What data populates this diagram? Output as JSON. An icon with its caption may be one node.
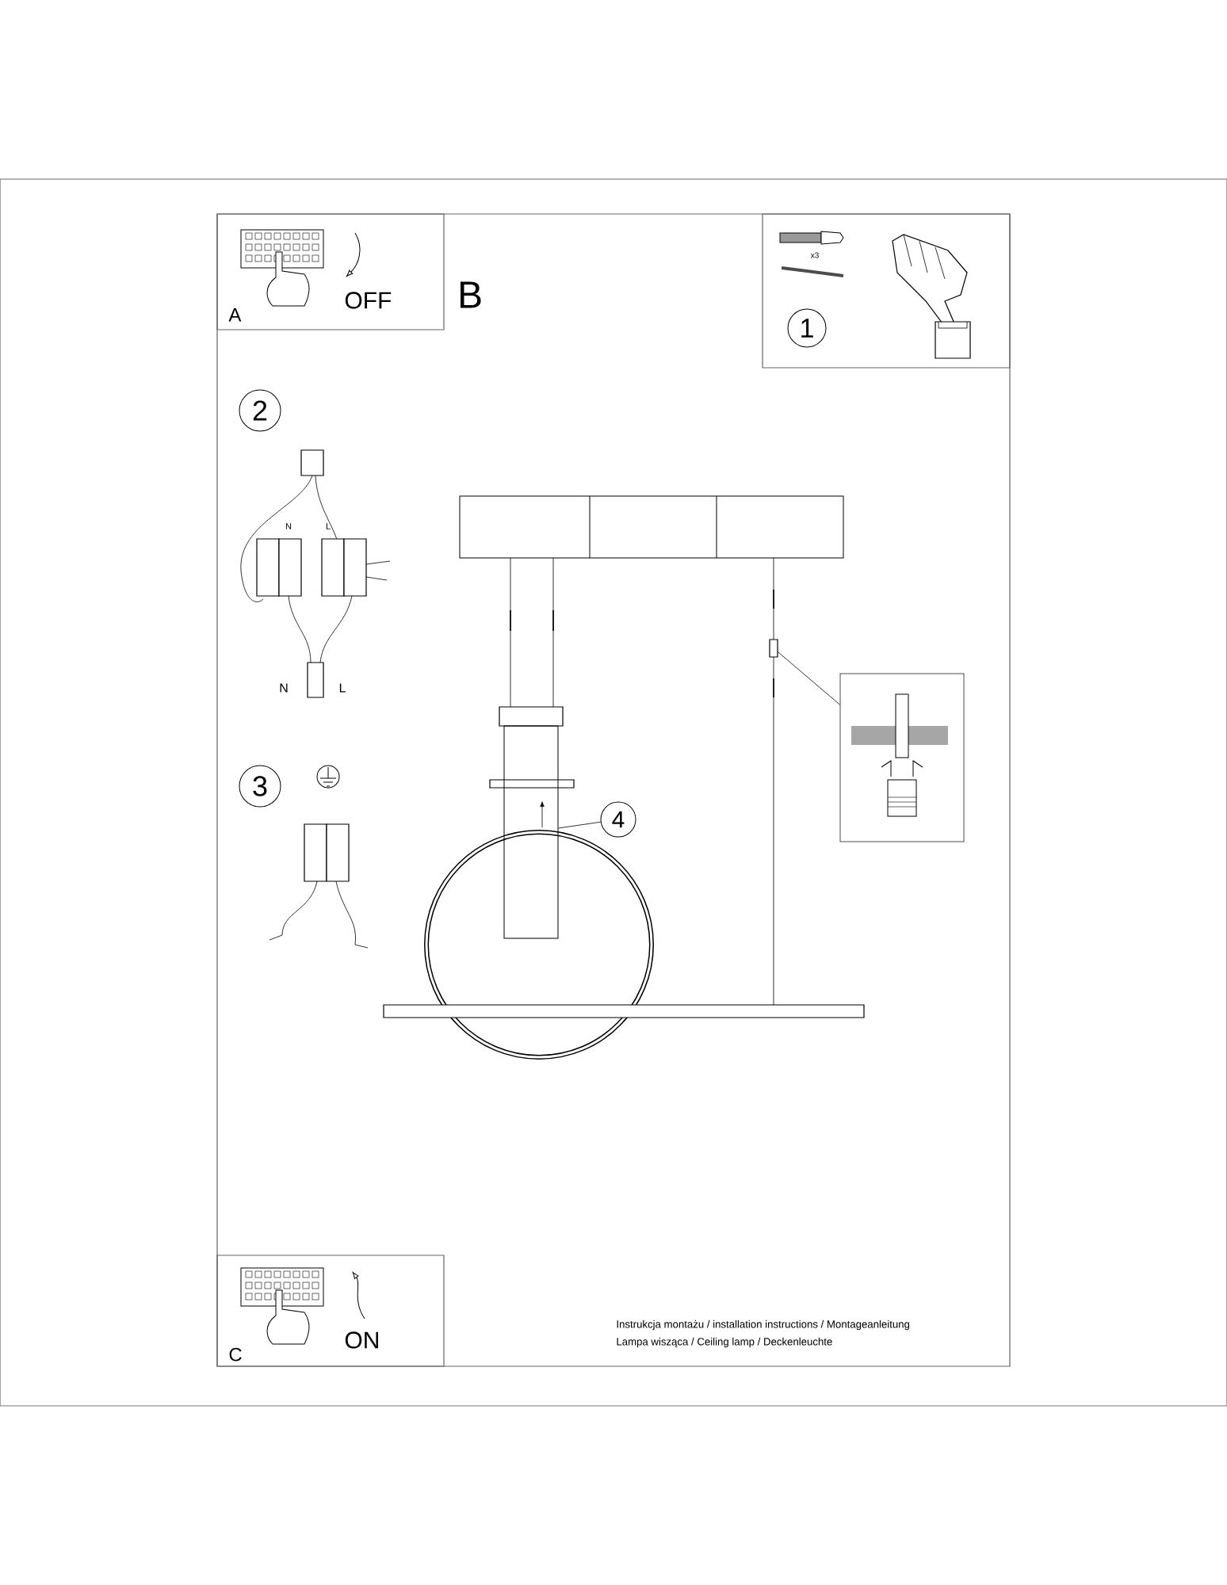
{
  "diagram": {
    "nodes": [
      {
        "text": [
          "A",
          "OFF"
        ]
      },
      {
        "text": [
          "x3",
          "1"
        ]
      },
      {
        "text": [
          "4"
        ]
      },
      {
        "text": [],
        "shape": "box"
      },
      {
        "text": [],
        "shape": "box"
      },
      {
        "text": [],
        "shape": "picture"
      },
      {
        "text": [
          "C",
          "ON"
        ]
      }
    ],
    "edges": [
      {
        "from": 2,
        "to": 3,
        "arrow": "none"
      },
      {
        "from": 4,
        "to": 5,
        "arrow": "none"
      }
    ],
    "labels": [
      "B",
      "2",
      "N",
      "L",
      "N",
      "L",
      "3",
      "Instrukcja montażu / installation instructions / Montageanleitung",
      "Lampa wisząca / Ceiling lamp / Deckenleuchte"
    ]
  }
}
